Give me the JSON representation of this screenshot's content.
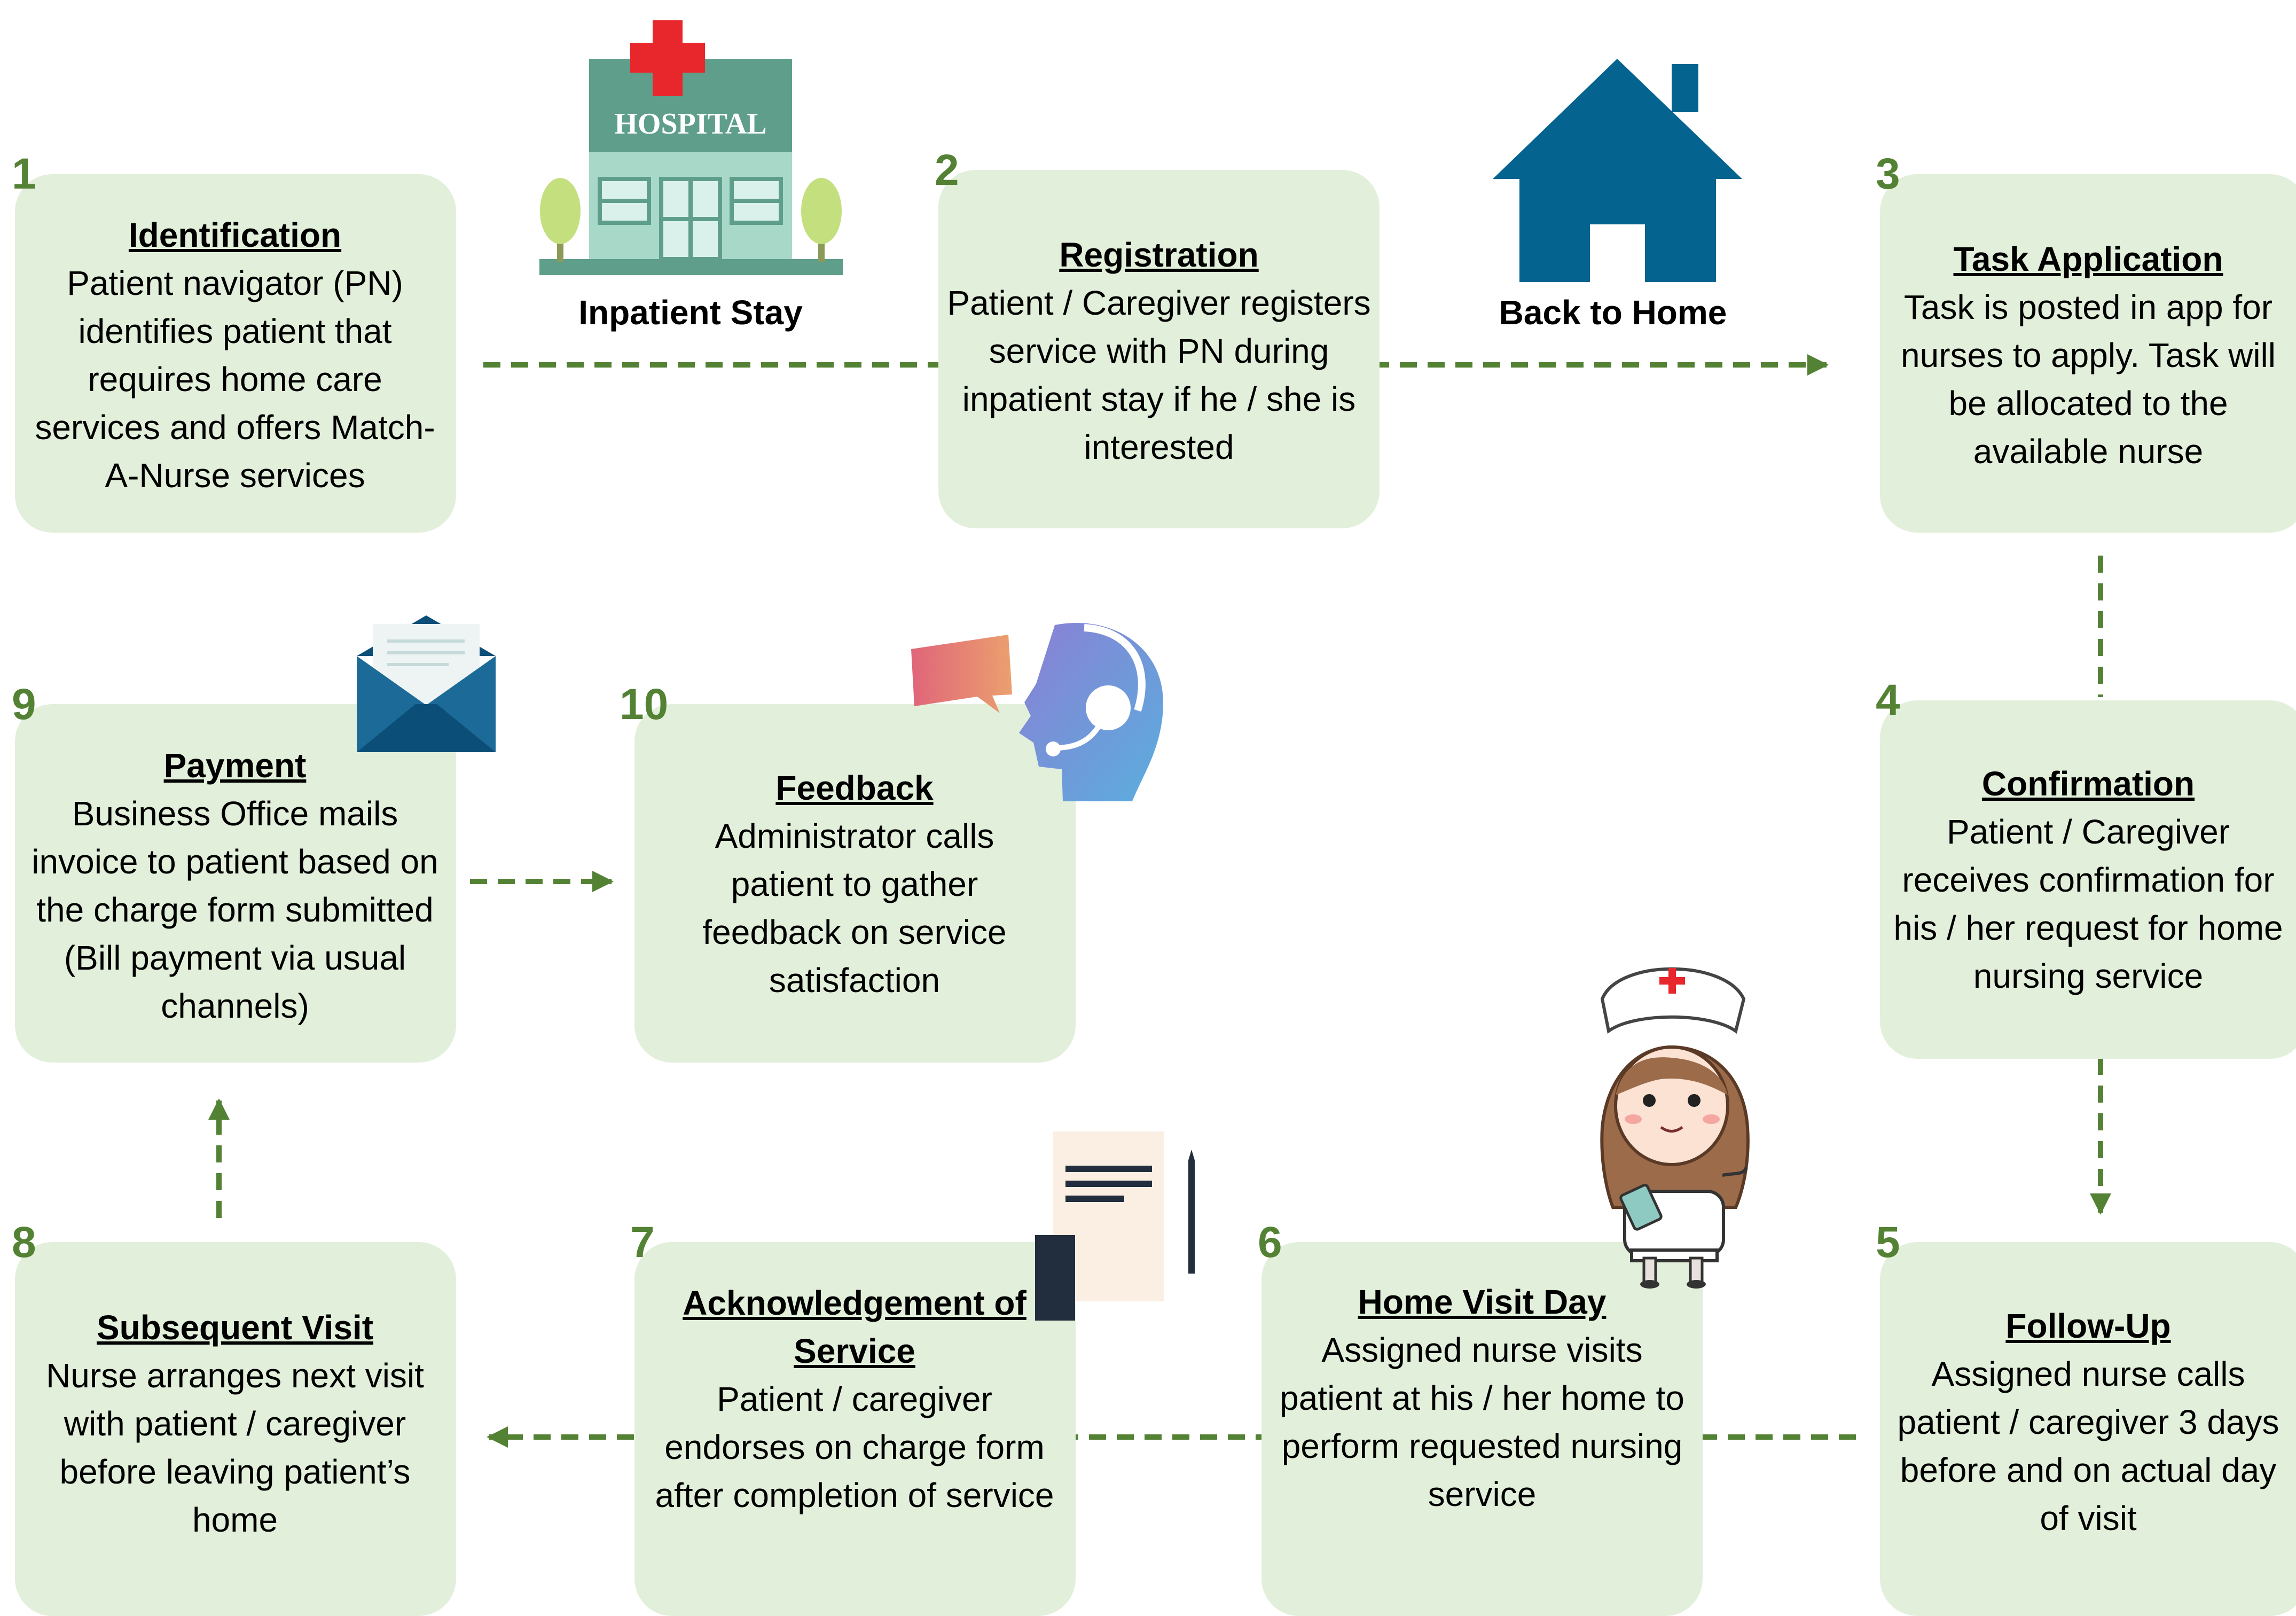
{
  "diagram": {
    "steps": [
      {
        "number": "1",
        "title": "Identification",
        "body": "Patient navigator (PN) identifies patient that requires home care services and offers Match-A-Nurse services"
      },
      {
        "number": "2",
        "title": "Registration",
        "body": "Patient / Caregiver registers service with PN during inpatient stay if he / she is interested"
      },
      {
        "number": "3",
        "title": "Task Application",
        "body": "Task is posted in app for nurses to apply. Task will be allocated to the available nurse"
      },
      {
        "number": "4",
        "title": "Confirmation",
        "body": "Patient / Caregiver receives confirmation for his / her request for home nursing service"
      },
      {
        "number": "5",
        "title": "Follow-Up",
        "body": "Assigned nurse calls patient / caregiver 3 days before and on actual day of visit"
      },
      {
        "number": "6",
        "title": "Home Visit Day",
        "body": "Assigned nurse visits patient at his / her home to perform requested nursing service"
      },
      {
        "number": "7",
        "title": "Acknowledgement of Service",
        "body": "Patient / caregiver endorses on charge form after completion of service"
      },
      {
        "number": "8",
        "title": "Subsequent Visit",
        "body": "Nurse arranges next visit with patient / caregiver before leaving patient’s home"
      },
      {
        "number": "9",
        "title": "Payment",
        "body": "Business Office mails invoice to patient based on the charge form submitted (Bill payment via usual channels)"
      },
      {
        "number": "10",
        "title": "Feedback",
        "body": "Administrator calls patient to gather feedback on service satisfaction"
      }
    ],
    "captions": {
      "inpatient_stay": "Inpatient Stay",
      "back_to_home": "Back to Home"
    },
    "hospital_sign": "HOSPITAL",
    "colors": {
      "card_fill": "#e2efda",
      "step_number": "#548235",
      "arrow": "#548235",
      "house": "#04638f",
      "cross": "#e8272c",
      "hospital_green": "#5e9e8a"
    },
    "icons": [
      "hospital-icon",
      "house-icon",
      "envelope-icon",
      "headset-agent-icon",
      "document-pen-icon",
      "nurse-icon"
    ]
  }
}
